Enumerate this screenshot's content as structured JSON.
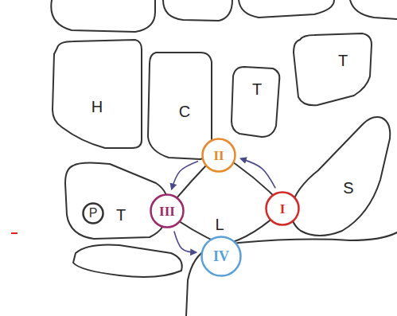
{
  "diagram": {
    "nodes": [
      {
        "text": [
          "H"
        ]
      },
      {
        "text": [
          "C"
        ]
      },
      {
        "text": [
          "T"
        ]
      },
      {
        "text": [
          "T"
        ]
      },
      {
        "text": [
          "II"
        ]
      },
      {
        "text": [
          "T"
        ]
      },
      {
        "text": [
          "P"
        ],
        "in": 5
      },
      {
        "text": [
          "III"
        ]
      },
      {
        "text": [
          "L"
        ]
      },
      {
        "text": [
          "I"
        ]
      },
      {
        "text": [
          "S"
        ]
      },
      {
        "text": [
          "IV"
        ]
      }
    ],
    "edges": [
      {
        "from": 9,
        "to": 4,
        "arrow": "to"
      },
      {
        "from": 4,
        "to": 7,
        "arrow": "to"
      },
      {
        "from": 7,
        "to": 11,
        "arrow": "to"
      }
    ]
  }
}
